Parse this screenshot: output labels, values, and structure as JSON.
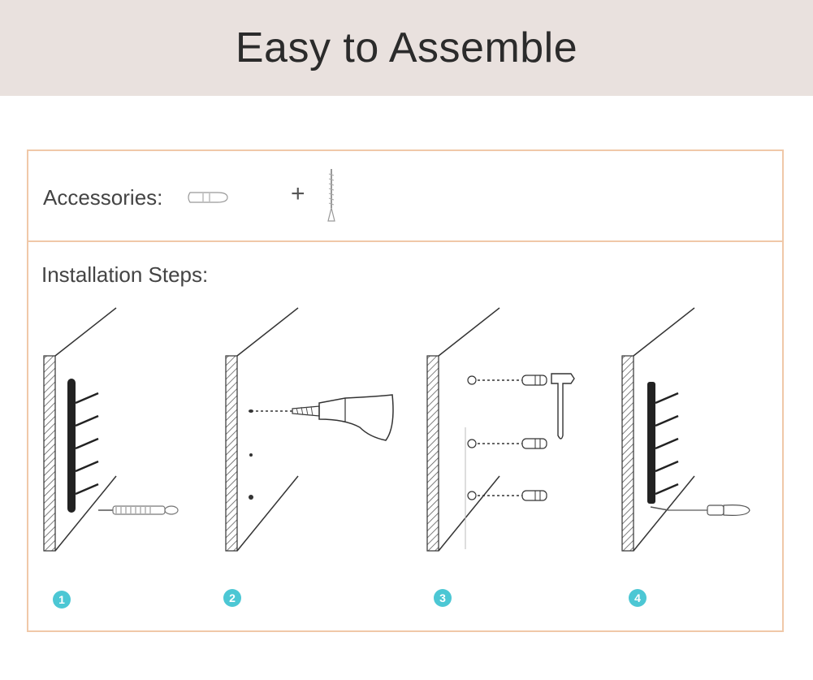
{
  "header": {
    "title": "Easy to Assemble"
  },
  "accessories": {
    "label": "Accessories:",
    "plus": "+"
  },
  "installation": {
    "label": "Installation Steps:"
  },
  "steps": [
    "1",
    "2",
    "3",
    "4"
  ],
  "colors": {
    "header_bg": "#e9e1de",
    "border": "#f0c8a8",
    "badge": "#4cc7d4"
  }
}
